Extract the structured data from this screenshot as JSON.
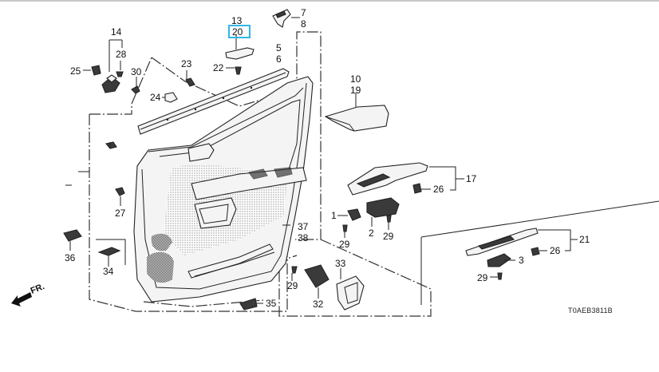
{
  "diagram": {
    "title_code": "T0AEB3811B",
    "direction_label": "FR.",
    "highlighted_callout": "20",
    "highlight_color": "#33b5e5",
    "callouts": [
      {
        "id": "c14",
        "text": "14"
      },
      {
        "id": "c28",
        "text": "28"
      },
      {
        "id": "c25",
        "text": "25"
      },
      {
        "id": "c30",
        "text": "30"
      },
      {
        "id": "c13",
        "text": "13"
      },
      {
        "id": "c20",
        "text": "20"
      },
      {
        "id": "c7",
        "text": "7"
      },
      {
        "id": "c8",
        "text": "8"
      },
      {
        "id": "c23",
        "text": "23"
      },
      {
        "id": "c22",
        "text": "22"
      },
      {
        "id": "c5",
        "text": "5"
      },
      {
        "id": "c6",
        "text": "6"
      },
      {
        "id": "c24",
        "text": "24"
      },
      {
        "id": "c10",
        "text": "10"
      },
      {
        "id": "c19",
        "text": "19"
      },
      {
        "id": "c17",
        "text": "17"
      },
      {
        "id": "c26a",
        "text": "26"
      },
      {
        "id": "c27",
        "text": "27"
      },
      {
        "id": "c1",
        "text": "1"
      },
      {
        "id": "c2",
        "text": "2"
      },
      {
        "id": "c29a",
        "text": "29"
      },
      {
        "id": "c29b",
        "text": "29"
      },
      {
        "id": "c37",
        "text": "37"
      },
      {
        "id": "c38",
        "text": "38"
      },
      {
        "id": "c36",
        "text": "36"
      },
      {
        "id": "c34",
        "text": "34"
      },
      {
        "id": "c33",
        "text": "33"
      },
      {
        "id": "c29c",
        "text": "29"
      },
      {
        "id": "c32",
        "text": "32"
      },
      {
        "id": "c35",
        "text": "35"
      },
      {
        "id": "c21",
        "text": "21"
      },
      {
        "id": "c26b",
        "text": "26"
      },
      {
        "id": "c3",
        "text": "3"
      },
      {
        "id": "c29d",
        "text": "29"
      }
    ]
  }
}
